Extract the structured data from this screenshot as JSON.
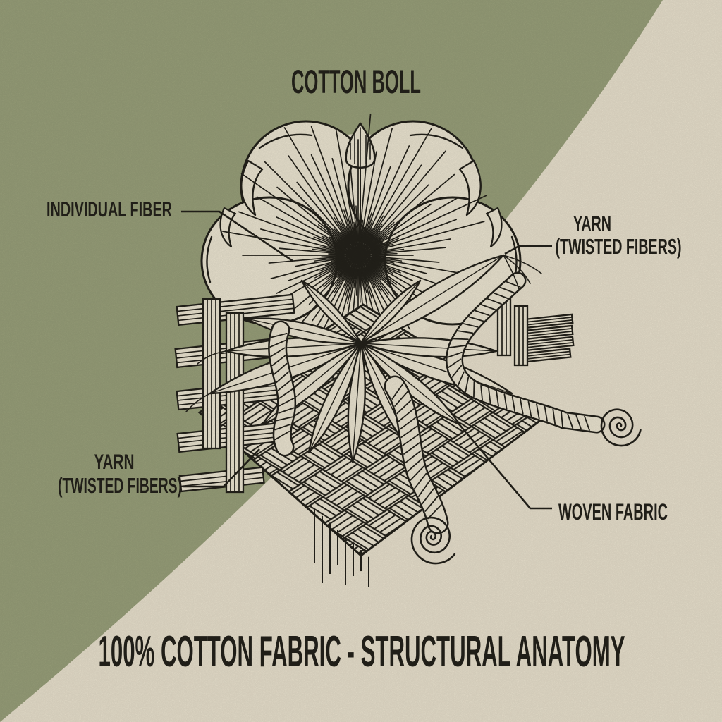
{
  "poster": {
    "top_title": "COTTON BOLL",
    "bottom_title": "100% COTTON FABRIC - STRUCTURAL ANATOMY",
    "labels": {
      "individual_fiber": "INDIVIDUAL FIBER",
      "yarn_right": {
        "line1": "YARN",
        "line2": "(TWISTED FIBERS)"
      },
      "yarn_left": {
        "line1": "YARN",
        "line2": "(TWISTED FIBERS)"
      },
      "woven_fabric": "WOVEN FABRIC"
    },
    "colors": {
      "olive": "#9aa17b",
      "cream": "#ebe3cf",
      "ink": "#24221b",
      "illustration_fill": "#eee7d3"
    }
  }
}
